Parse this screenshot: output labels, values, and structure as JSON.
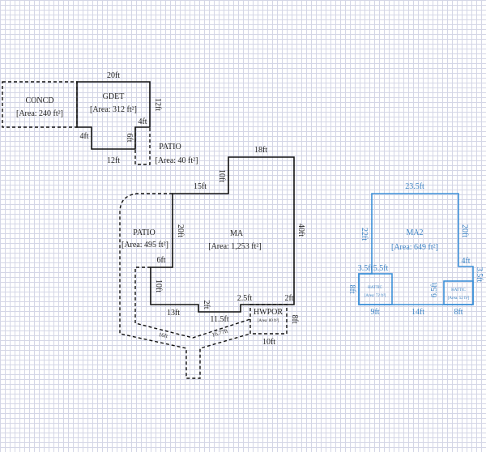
{
  "areas": {
    "concd": {
      "name": "CONCD",
      "area": "[Area: 240 ft²]"
    },
    "gdet": {
      "name": "GDET",
      "area": "[Area: 312 ft²]"
    },
    "patio_small": {
      "name": "PATIO",
      "area": "[Area: 40 ft²]"
    },
    "ma": {
      "name": "MA",
      "area": "[Area: 1,253 ft²]"
    },
    "patio_large": {
      "name": "PATIO",
      "area": "[Area: 495 ft²]"
    },
    "hwpor": {
      "name": "HWPOR",
      "area": "[Area: 80 ft²]"
    },
    "ma2": {
      "name": "MA2",
      "area": "[Area: 649 ft²]"
    },
    "hattic1": {
      "name": "HATTIC",
      "area": "[Area: 72 ft²]"
    },
    "hattic2": {
      "name": "HATTIC",
      "area": "[Area: 52 ft²]"
    }
  },
  "dims": {
    "gdet_top": "20ft",
    "gdet_right": "12ft",
    "gdet_notch_top": "4ft",
    "gdet_notch": "6ft",
    "gdet_left": "4ft",
    "gdet_bottom": "12ft",
    "ma_top": "18ft",
    "ma_step": "10ft",
    "ma_upper": "15ft",
    "ma_left": "20ft",
    "ma_right": "40ft",
    "ma_step2": "6ft",
    "ma_left2": "10ft",
    "ma_bottom1": "13ft",
    "ma_notch": "2ft",
    "ma_bottom2": "11.5ft",
    "ma_bottom3": "2.5ft",
    "ma_bottom4": "2ft",
    "hwpor_right": "8ft",
    "hwpor_bottom": "10ft",
    "patio_diag1": "16ft",
    "patio_diag2": "16.77ft",
    "ma2_top": "23.5ft",
    "ma2_left": "22ft",
    "ma2_right": "20ft",
    "ma2_step": "4ft",
    "ma2_right2": "3.5ft",
    "ma2_a": "3.5ft",
    "ma2_b": "5.5ft",
    "hattic1_left": "8ft",
    "hattic2_left": "6.5ft",
    "ma2_bottom1": "9ft",
    "ma2_bottom2": "14ft",
    "ma2_bottom3": "8ft"
  },
  "colors": {
    "line": "#111111",
    "blue": "#3b8fd8",
    "grid": "#d4d6e6"
  }
}
